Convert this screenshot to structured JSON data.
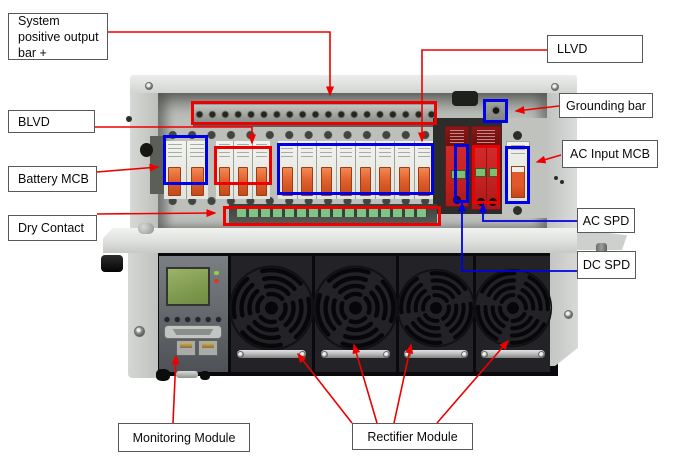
{
  "labels": {
    "system_positive": "System positive output bar +",
    "llvd": "LLVD",
    "grounding_bar": "Grounding bar",
    "blvd": "BLVD",
    "battery_mcb": "Battery MCB",
    "ac_input_mcb": "AC Input MCB",
    "dry_contact": "Dry Contact",
    "ac_spd": "AC SPD",
    "dc_spd": "DC SPD",
    "monitoring_module": "Monitoring Module",
    "rectifier_module": "Rectifier Module"
  },
  "colors": {
    "callout_red": "#ee0000",
    "callout_blue": "#0000e6",
    "label_border": "#58595b",
    "label_background": "#ffffff"
  }
}
